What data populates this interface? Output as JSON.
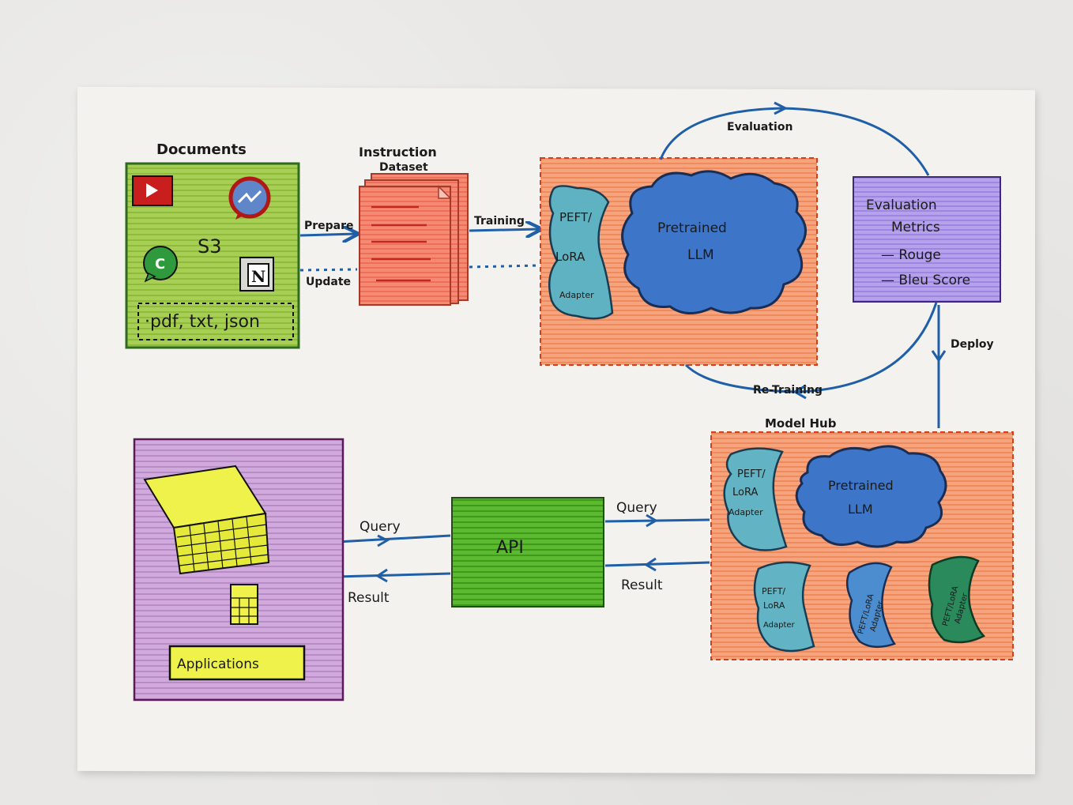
{
  "documents": {
    "title": "Documents",
    "store": "S3",
    "formats": "·pdf, txt, json"
  },
  "instruction_dataset": {
    "title_line1": "Instruction",
    "title_line2": "Dataset"
  },
  "arrows": {
    "prepare": "Prepare",
    "update": "Update",
    "training": "Training",
    "evaluation": "Evaluation",
    "retraining": "Re-Training",
    "deploy": "Deploy",
    "query_left": "Query",
    "result_left": "Result",
    "query_right": "Query",
    "result_right": "Result"
  },
  "training_box": {
    "adapter_line1": "PEFT/",
    "adapter_line2": "LoRA",
    "adapter_line3": "Adapter",
    "llm_line1": "Pretrained",
    "llm_line2": "LLM"
  },
  "evaluation_metrics": {
    "title_line1": "Evaluation",
    "title_line2": "Metrics",
    "item1": "— Rouge",
    "item2": "— Bleu Score"
  },
  "model_hub": {
    "title": "Model Hub",
    "adapter_line1": "PEFT/",
    "adapter_line2": "LoRA",
    "adapter_line3": "Adapter",
    "llm_line1": "Pretrained",
    "llm_line2": "LLM",
    "small_adapters": [
      {
        "line1": "PEFT/",
        "line2": "LoRA",
        "line3": "Adapter"
      },
      {
        "line1": "PEFT/LoRA",
        "line2": "Adapter",
        "line3": ""
      },
      {
        "line1": "PEFT/LoRA",
        "line2": "Adapter",
        "line3": ""
      }
    ]
  },
  "api": {
    "label": "API"
  },
  "applications": {
    "label": "Applications"
  },
  "colors": {
    "ink_blue": "#1f5fa8",
    "green_box": "#9cc94a",
    "orange_box": "#f49a70",
    "red_doc": "#f27a66",
    "purple_box": "#ab96e6",
    "app_box": "#c9a0d6",
    "api_box": "#55b22c",
    "cloud_blue": "#3d78cc",
    "adapter_teal": "#5aaec0",
    "adapter_green": "#2a8a5a",
    "laptop_yellow": "#eef24a"
  }
}
